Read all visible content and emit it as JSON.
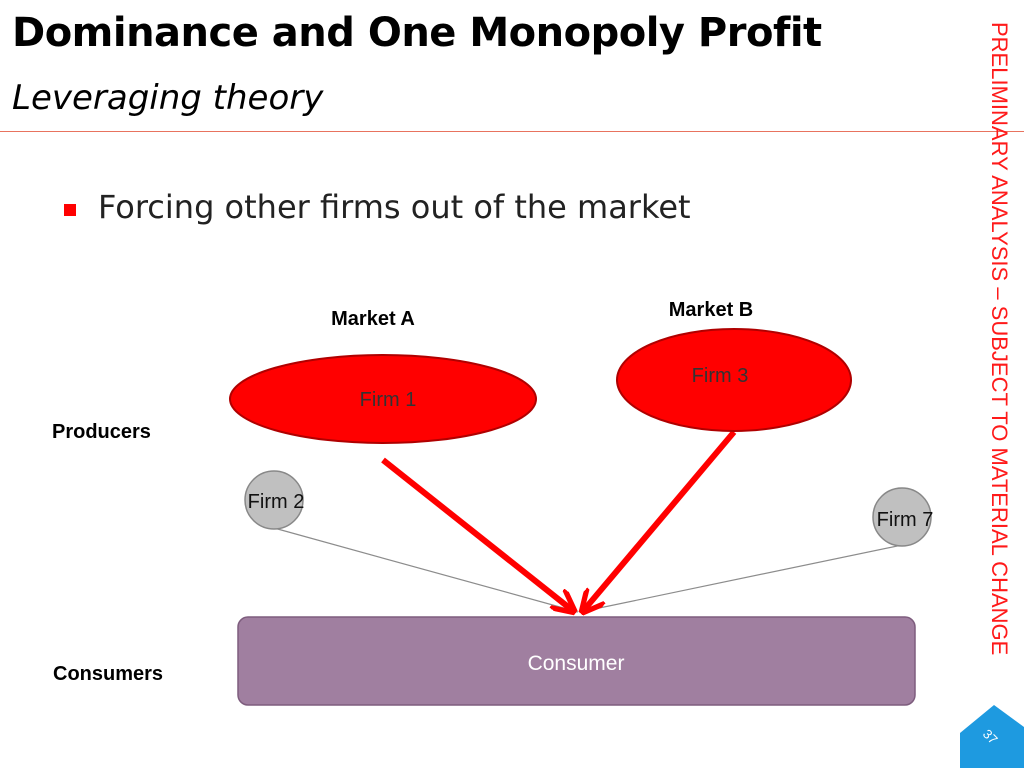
{
  "slide": {
    "title": "Dominance and One Monopoly Profit",
    "subtitle": "Leveraging theory",
    "bullet": "Forcing other firms out of the market",
    "side_banner": "PRELIMINARY ANALYSIS – SUBJECT TO MATERIAL CHANGE",
    "page_number": "37"
  },
  "diagram": {
    "market_a": "Market A",
    "market_b": "Market B",
    "producers": "Producers",
    "consumers": "Consumers",
    "firm1": "Firm 1",
    "firm2": "Firm 2",
    "firm3": "Firm 3",
    "firm7": "Firm 7",
    "consumer": "Consumer"
  },
  "colors": {
    "accent_red": "#ff0000",
    "consumer_box": "#a07fa0",
    "small_firm": "#c0c0c0",
    "page_tag": "#1e9ae0"
  }
}
